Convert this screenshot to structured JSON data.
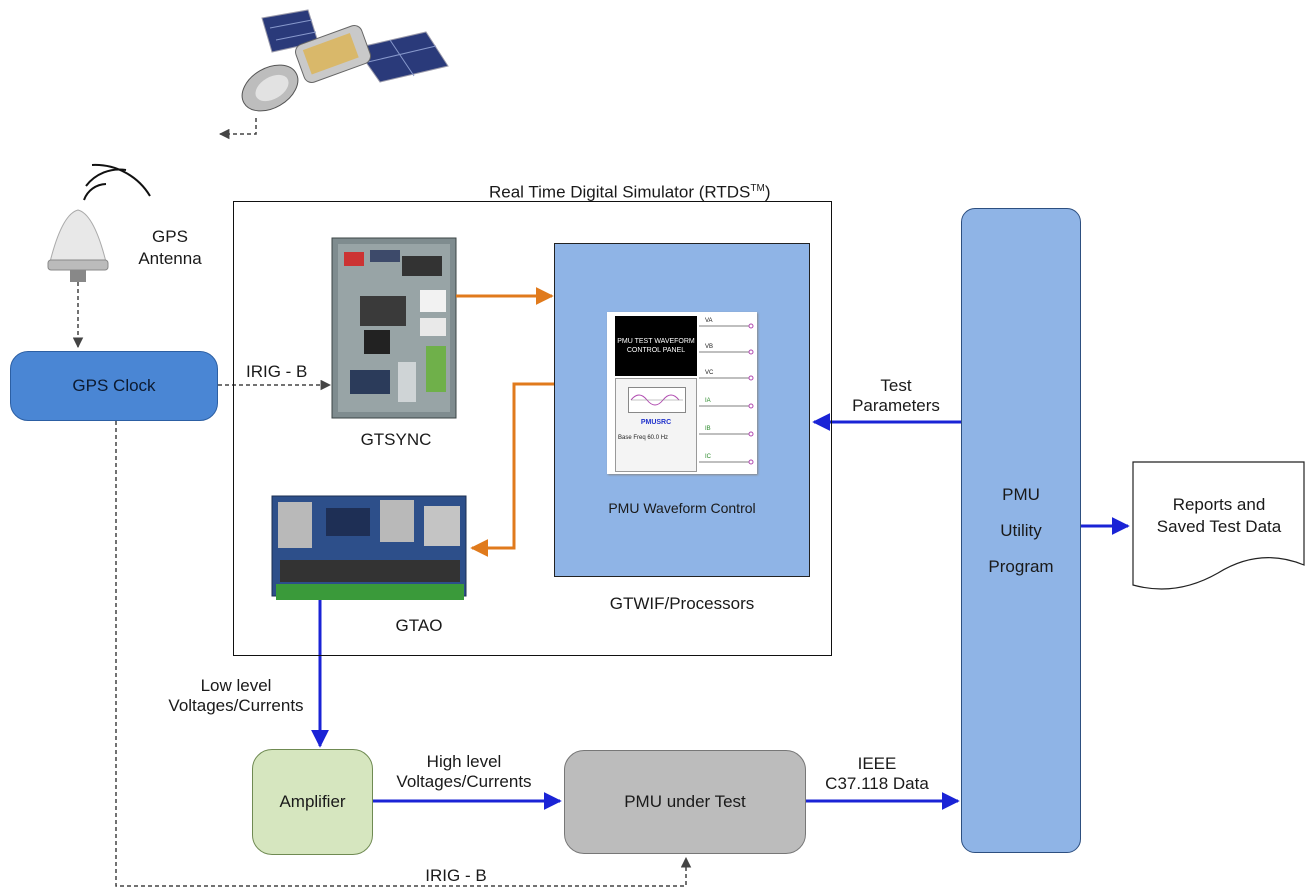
{
  "title": "Real Time Digital Simulator (RTDS",
  "title_tm": "TM",
  "title_close": ")",
  "gps_antenna": {
    "line1": "GPS",
    "line2": "Antenna"
  },
  "gps_clock": "GPS Clock",
  "irig_top": "IRIG - B",
  "irig_bottom": "IRIG - B",
  "gtsync": "GTSYNC",
  "gtao": "GTAO",
  "pmu_waveform_control": "PMU Waveform Control",
  "gtwif": "GTWIF/Processors",
  "panel": {
    "header": "PMU TEST WAVEFORM CONTROL PANEL",
    "name": "PMUSRC",
    "freq": "Base Freq   60.0 Hz",
    "pins": [
      "VA",
      "VB",
      "VC",
      "IA",
      "IB",
      "IC"
    ]
  },
  "test_params": {
    "line1": "Test",
    "line2": "Parameters"
  },
  "pmu_utility": {
    "line1": "PMU",
    "line2": "Utility",
    "line3": "Program"
  },
  "reports": {
    "line1": "Reports and",
    "line2": "Saved Test Data"
  },
  "low_level": {
    "line1": "Low level",
    "line2": "Voltages/Currents"
  },
  "high_level": {
    "line1": "High level",
    "line2": "Voltages/Currents"
  },
  "amplifier": "Amplifier",
  "pmu_under_test": "PMU under Test",
  "ieee": {
    "line1": "IEEE",
    "line2": "C37.118 Data"
  },
  "colors": {
    "blue_arrow": "#1a23d6",
    "orange_arrow": "#e07a1c",
    "box_blue": "#8fb4e6",
    "clock_blue": "#4a86d4"
  }
}
